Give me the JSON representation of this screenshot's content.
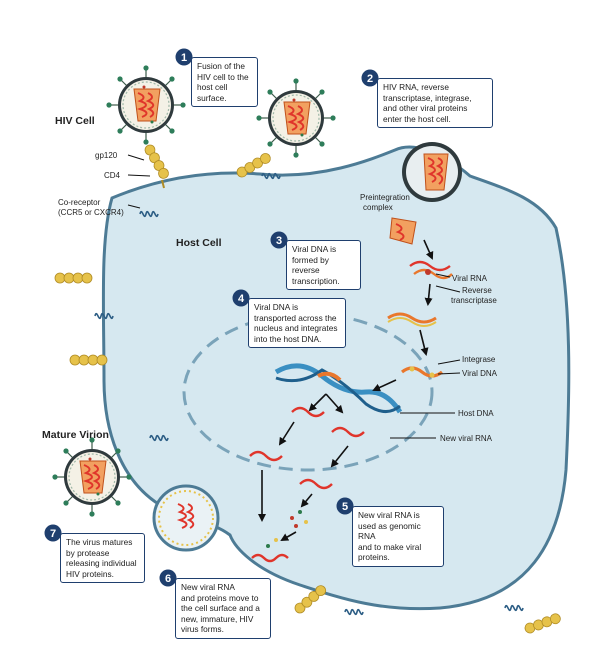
{
  "colors": {
    "cell_fill": "#d6e8f0",
    "cell_stroke": "#4d7b95",
    "step_badge": "#1f3f6e",
    "viral_rna": "#e0352b",
    "virion_shell": "#2f3a3d",
    "capsid": "#e9772c",
    "receptor": "#e6c24a",
    "host_dna": "#3a8fc2"
  },
  "labels": {
    "hiv_cell": "HIV Cell",
    "host_cell": "Host Cell",
    "mature_virion": "Mature Virion",
    "gp120": "gp120",
    "cd4": "CD4",
    "coreceptor_1": "Co-receptor",
    "coreceptor_2": "(CCR5 or CXCR4)",
    "preintegration_1": "Preintegration",
    "preintegration_2": "complex",
    "viral_rna": "Viral RNA",
    "reverse_1": "Reverse",
    "reverse_2": "transcriptase",
    "integrase": "Integrase",
    "viral_dna": "Viral DNA",
    "host_dna": "Host DNA",
    "new_viral_rna": "New viral RNA"
  },
  "steps": [
    {
      "num": "1",
      "lines": [
        "Fusion of the",
        "HIV cell to the",
        "host cell surface."
      ]
    },
    {
      "num": "2",
      "lines": [
        "HIV RNA, reverse",
        "transcriptase, integrase,",
        "and other viral proteins",
        "enter the host cell."
      ]
    },
    {
      "num": "3",
      "lines": [
        "Viral DNA is",
        "formed by reverse",
        "transcription."
      ]
    },
    {
      "num": "4",
      "lines": [
        "Viral DNA is",
        "transported across the",
        "nucleus and integrates",
        "into the host DNA."
      ]
    },
    {
      "num": "5",
      "lines": [
        "New viral RNA is",
        "used as genomic RNA",
        "and to make viral",
        "proteins."
      ]
    },
    {
      "num": "6",
      "lines": [
        "New viral RNA",
        "and proteins move to",
        "the cell surface and a",
        "new, immature, HIV",
        "virus  forms."
      ]
    },
    {
      "num": "7",
      "lines": [
        "The virus matures",
        "by protease",
        "releasing individual",
        "HIV proteins."
      ]
    }
  ]
}
